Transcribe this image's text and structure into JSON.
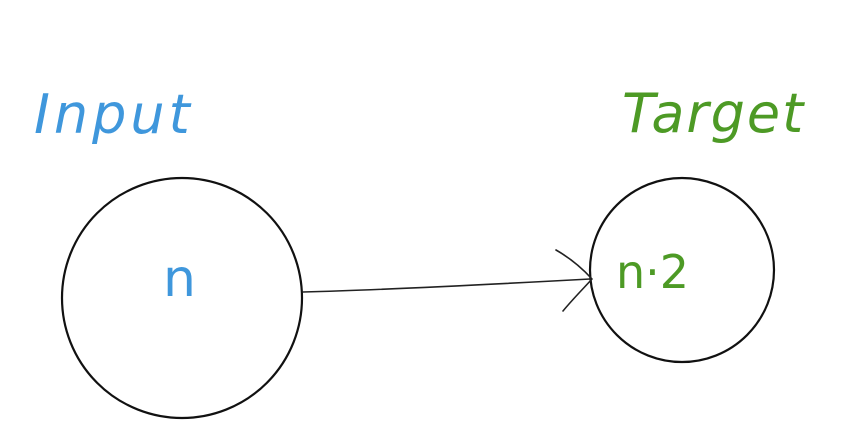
{
  "input_node": {
    "title": "Input",
    "value": "n",
    "color": "#3f97dc"
  },
  "target_node": {
    "title": "Target",
    "value": "n·2",
    "color": "#4d9a25"
  },
  "edge": {
    "from": "input_node",
    "to": "target_node",
    "color": "#222222"
  },
  "node_outline_color": "#111111"
}
